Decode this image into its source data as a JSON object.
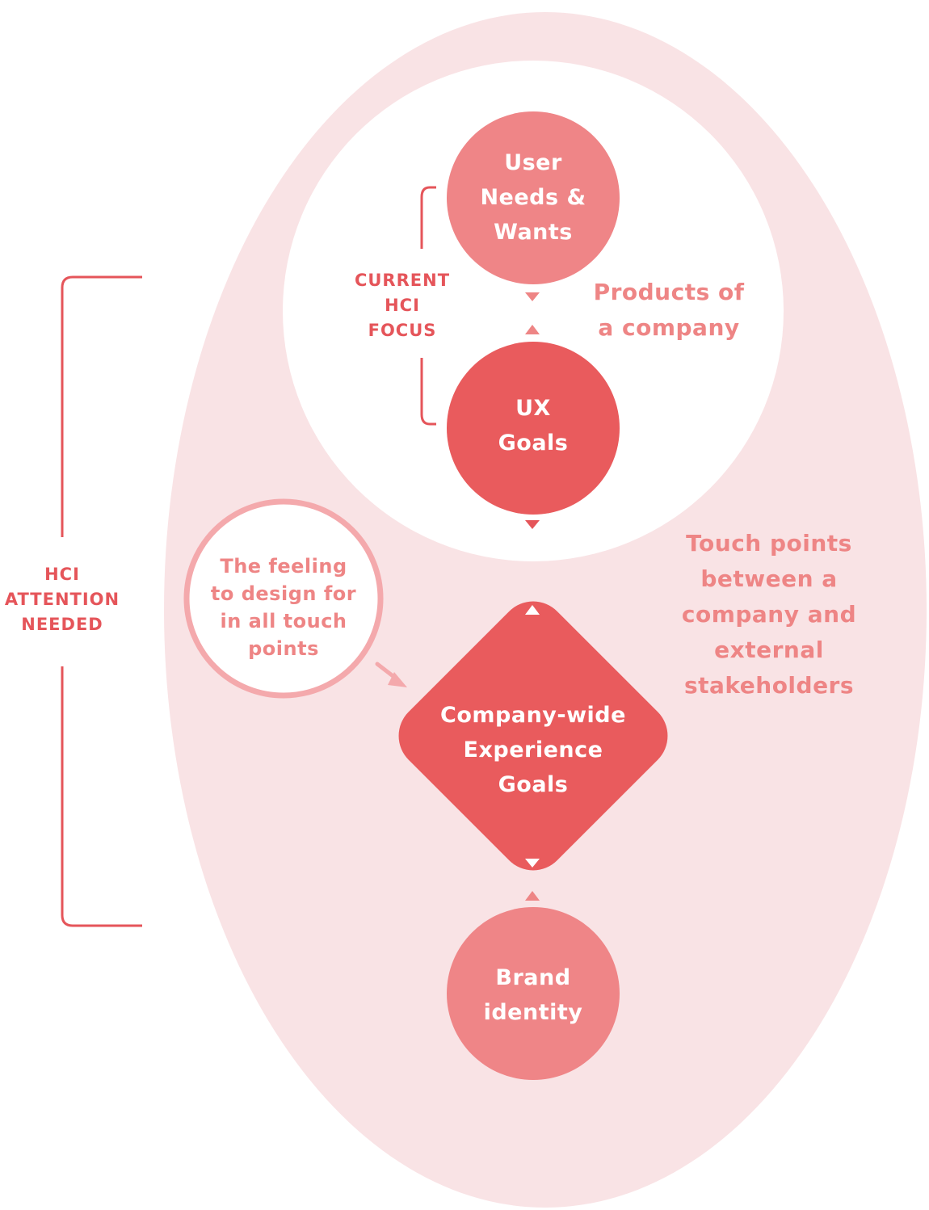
{
  "colors": {
    "outer_ellipse": "#f9e3e5",
    "inner_circle": "#ffffff",
    "light_node": "#ef8587",
    "strong_node": "#e95b5d",
    "bracket": "#e5555a",
    "annotation_text": "#ee8585",
    "feeling_ring": "#f4a9ac",
    "node_text": "#ffffff"
  },
  "nodes": {
    "user_needs": "User\nNeeds &\nWants",
    "ux_goals": "UX\nGoals",
    "company_goals": "Company-wide\nExperience\nGoals",
    "brand_identity": "Brand\nidentity"
  },
  "labels": {
    "current_focus": "CURRENT\nHCI\nFOCUS",
    "attention_needed": "HCI\nATTENTION\nNEEDED",
    "products": "Products of\na company",
    "touch_points": "Touch points\nbetween a\ncompany and\nexternal\nstakeholders",
    "feeling": "The feeling\nto design for\nin all touch\npoints"
  },
  "icons": {
    "arrow": "triangle-arrow-icon",
    "pointer": "diagonal-arrow-icon"
  }
}
